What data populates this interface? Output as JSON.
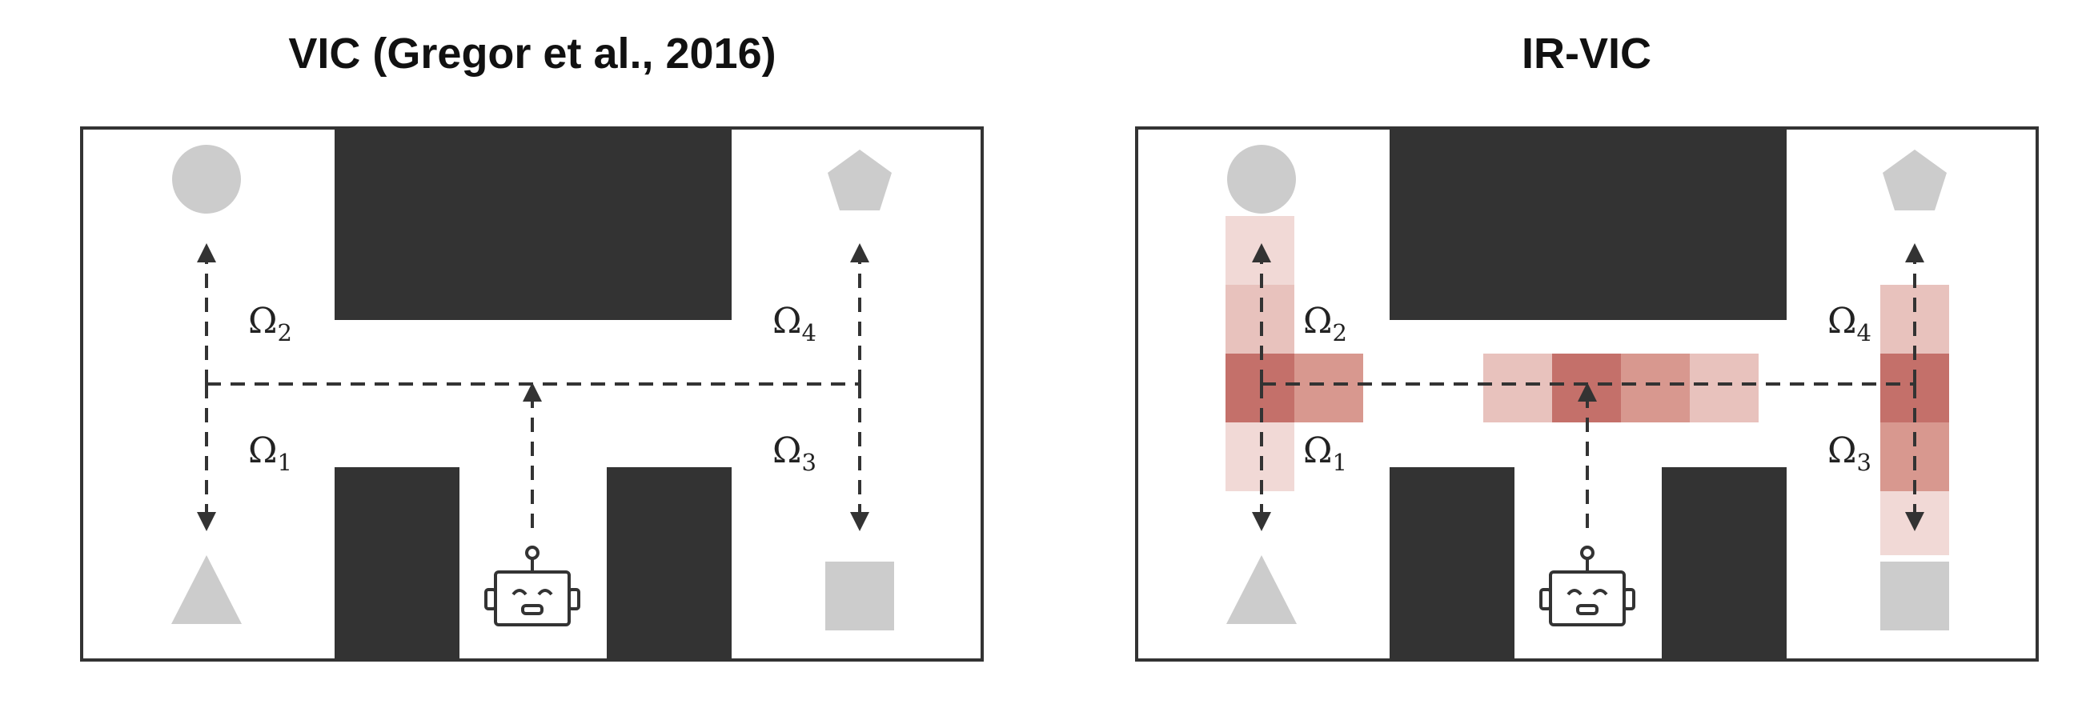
{
  "titles": {
    "left": "VIC (Gregor et al., 2016)",
    "right": "IR-VIC"
  },
  "options": {
    "omega1": {
      "symbol": "Ω",
      "sub": "1"
    },
    "omega2": {
      "symbol": "Ω",
      "sub": "2"
    },
    "omega3": {
      "symbol": "Ω",
      "sub": "3"
    },
    "omega4": {
      "symbol": "Ω",
      "sub": "4"
    }
  },
  "colors": {
    "wall": "#333333",
    "goal_shape": "#cccccc",
    "frame": "#333333",
    "path": "#333333",
    "heat_dark": "#c4706a",
    "heat_mid": "#d8988f",
    "heat_light": "#e8c2bd",
    "heat_faint": "#f1d9d6"
  },
  "goal_shapes": [
    "circle-goal",
    "pentagon-goal",
    "triangle-goal",
    "square-goal"
  ],
  "agent_icon": "robot-icon"
}
